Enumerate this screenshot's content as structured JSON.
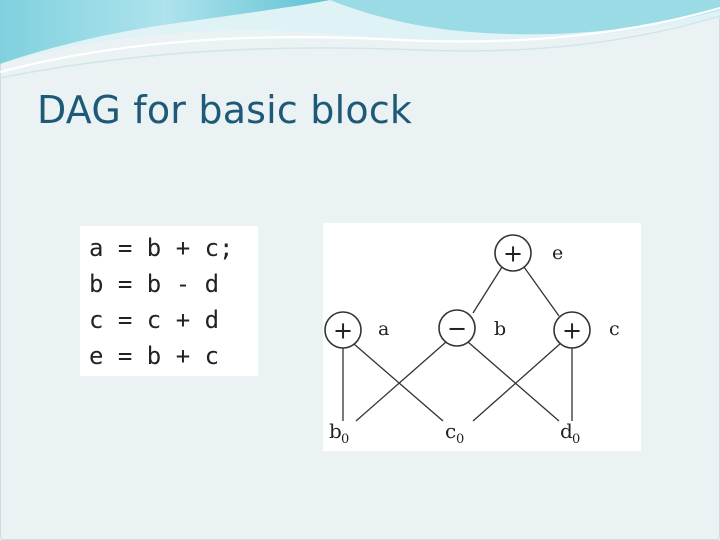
{
  "slide": {
    "title": "DAG for basic block"
  },
  "code": {
    "lines": [
      "a = b + c;",
      "b = b - d",
      "c = c + d",
      "e = b + c"
    ]
  },
  "dag": {
    "nodes": {
      "root": {
        "op": "+",
        "label": "e"
      },
      "left": {
        "op": "+",
        "label": "a"
      },
      "middle": {
        "op": "−",
        "label": "b"
      },
      "right": {
        "op": "+",
        "label": "c"
      }
    },
    "leaves": {
      "b": {
        "name": "b",
        "subscript": "0"
      },
      "c": {
        "name": "c",
        "subscript": "0"
      },
      "d": {
        "name": "d",
        "subscript": "0"
      }
    }
  }
}
